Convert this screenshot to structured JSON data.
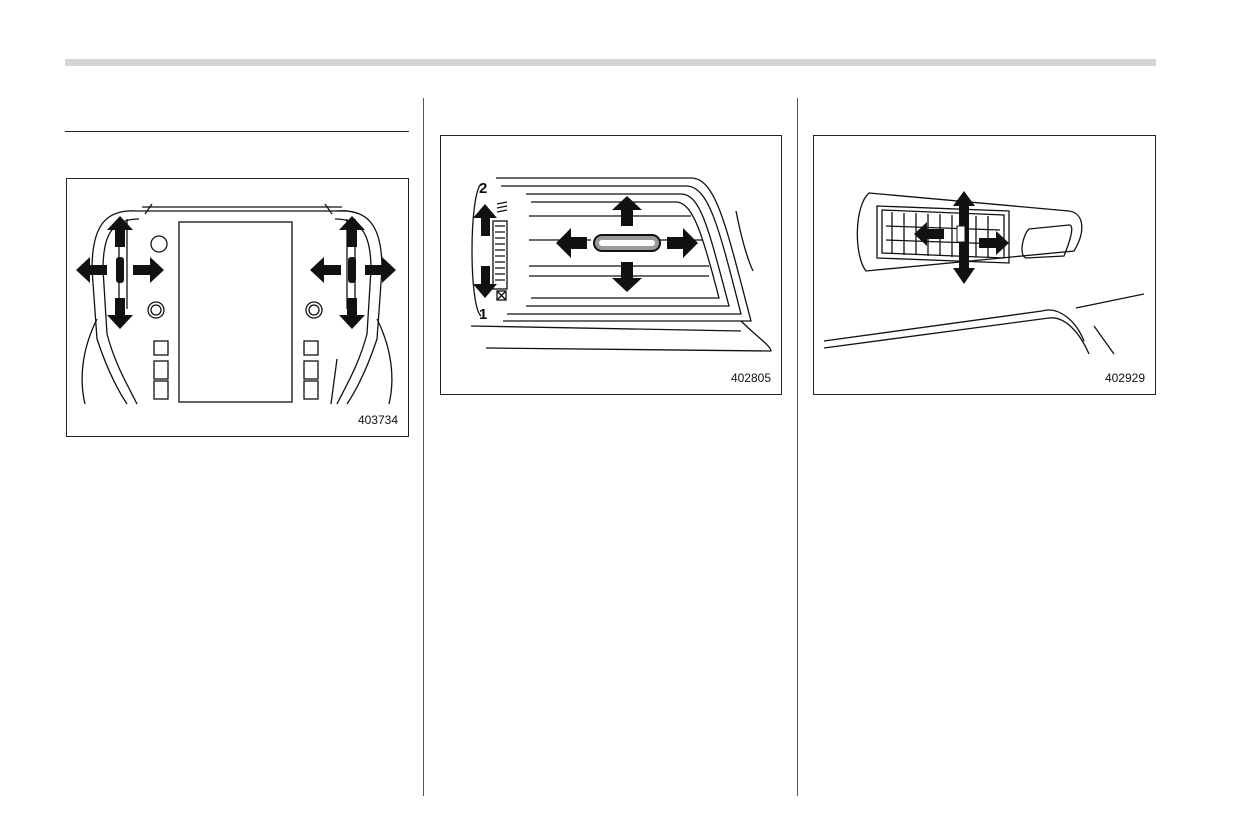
{
  "figures": [
    {
      "code": "403734"
    },
    {
      "code": "402805",
      "labels": {
        "open": "2",
        "closed": "1"
      }
    },
    {
      "code": "402929"
    }
  ]
}
